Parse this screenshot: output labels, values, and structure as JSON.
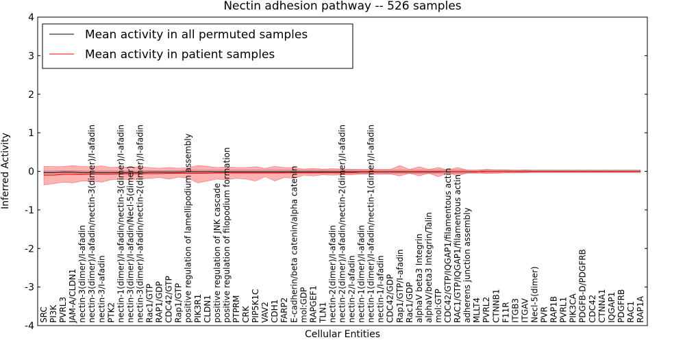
{
  "chart_data": {
    "type": "line",
    "title": "Nectin adhesion pathway -- 526 samples",
    "xlabel": "Cellular Entities",
    "ylabel": "Inferred Activity",
    "ylim": [
      -4,
      4
    ],
    "yticks": [
      -4,
      -3,
      -2,
      -1,
      0,
      1,
      2,
      3,
      4
    ],
    "grid": false,
    "legend_position": "top-left",
    "categories": [
      "SRC",
      "PI3K",
      "PVRL3",
      "JAM-A/CLDN1",
      "nectin-3(dimer)/I-afadin",
      "nectin-3(dimer)/I-afadin/nectin-3(dimer)/I-afadin",
      "nectin-3/I-afadin",
      "PTK2",
      "nectin-1(dimer)/I-afadin/nectin-3(dimer)/I-afadin",
      "nectin-3(dimer)/I-afadin/Necl-5(dimer)",
      "nectin-3(dimer)/I-afadin/nectin-2(dimer)/I-afadin",
      "Rac1/GTP",
      "RAP1/GDP",
      "CDC42/GTP",
      "Rap1/GTP",
      "positive regulation of lamellipodium assembly",
      "PIK3R1",
      "CLDN1",
      "positive regulation of JNK cascade",
      "positive regulation of filopodium formation",
      "PTPRM",
      "CRK",
      "PIP5K1C",
      "VAV2",
      "CDH1",
      "FARP2",
      "E-cadherin/beta catenin/alpha catenin",
      "mol:GDP",
      "RAPGEF1",
      "TLN1",
      "nectin-2(dimer)/I-afadin",
      "nectin-2(dimer)/I-afadin/nectin-2(dimer)/I-afadin",
      "nectin-2/I-afadin",
      "nectin-1(dimer)/I-afadin",
      "nectin-1(dimer)/I-afadin/nectin-1(dimer)/I-afadin",
      "nectin-1/I-afadin",
      "CDC42/GDP",
      "Rap1/GTP/I-afadin",
      "Rac1/GDP",
      "alphaV beta3 Integrin",
      "alphaV/beta3 Integrin/Talin",
      "mol:GTP",
      "CDC42/GTP/IQGAP1/filamentous actin",
      "RAC1/GTP/IQGAP1/filamentous actin",
      "adherens junction assembly",
      "MLLT4",
      "PVRL2",
      "CTNNB1",
      "F11R",
      "ITGB3",
      "ITGAV",
      "Necl-5(dimer)",
      "PVR",
      "RAP1B",
      "PVRL1",
      "PIK3CA",
      "PDGFB-D/PDGFRB",
      "CDC42",
      "CTNNA1",
      "IQGAP1",
      "PDGFRB",
      "RAC1",
      "RAP1A"
    ],
    "series": [
      {
        "name": "Mean activity in all permuted samples",
        "color": "#000000",
        "values": [
          -0.03,
          -0.03,
          -0.02,
          -0.02,
          -0.03,
          -0.03,
          -0.03,
          -0.03,
          -0.03,
          -0.03,
          -0.03,
          -0.02,
          -0.02,
          -0.02,
          -0.02,
          -0.01,
          -0.01,
          -0.01,
          -0.01,
          -0.01,
          -0.01,
          -0.01,
          -0.01,
          -0.01,
          -0.01,
          -0.01,
          -0.01,
          -0.01,
          -0.01,
          -0.01,
          -0.01,
          -0.01,
          -0.01,
          -0.01,
          -0.01,
          -0.01,
          -0.01,
          -0.01,
          -0.01,
          -0.01,
          -0.01,
          -0.01,
          -0.01,
          -0.01,
          -0.01,
          -0.01,
          0.0,
          0.0,
          0.0,
          0.0,
          0.0,
          0.0,
          0.0,
          0.0,
          0.0,
          0.0,
          0.0,
          0.0,
          0.0,
          0.0,
          0.0,
          0.0,
          0.0
        ],
        "band": 0.04
      },
      {
        "name": "Mean activity in patient samples",
        "color": "#ff0000",
        "values": [
          -0.1,
          -0.1,
          -0.08,
          -0.08,
          -0.08,
          -0.07,
          -0.07,
          -0.07,
          -0.06,
          -0.06,
          -0.06,
          -0.06,
          -0.06,
          -0.05,
          -0.05,
          -0.05,
          -0.05,
          -0.05,
          -0.04,
          -0.04,
          -0.04,
          -0.04,
          -0.04,
          -0.04,
          -0.04,
          -0.03,
          -0.03,
          -0.03,
          -0.03,
          -0.03,
          -0.03,
          -0.03,
          -0.03,
          -0.02,
          -0.02,
          -0.02,
          -0.02,
          -0.02,
          -0.02,
          -0.02,
          -0.02,
          -0.02,
          -0.01,
          -0.01,
          -0.01,
          -0.01,
          0.0,
          0.0,
          0.0,
          0.0,
          0.0,
          0.0,
          0.0,
          0.0,
          0.0,
          0.0,
          0.0,
          0.0,
          0.0,
          0.0,
          0.0,
          0.0,
          0.0
        ],
        "band_upper": [
          0.13,
          0.12,
          0.12,
          0.15,
          0.12,
          0.12,
          0.14,
          0.1,
          0.12,
          0.1,
          0.12,
          0.1,
          0.08,
          0.1,
          0.08,
          0.1,
          0.15,
          0.13,
          0.1,
          0.12,
          0.1,
          0.1,
          0.12,
          0.08,
          0.13,
          0.1,
          0.1,
          0.06,
          0.08,
          0.06,
          0.07,
          0.06,
          0.06,
          0.05,
          0.05,
          0.05,
          0.05,
          0.15,
          0.05,
          0.12,
          0.05,
          0.1,
          0.03,
          0.1,
          0.03,
          0.03,
          0.05,
          0.04,
          0.03,
          0.02,
          0.03,
          0.02,
          0.02,
          0.02,
          0.02,
          0.02,
          0.02,
          0.02,
          0.02,
          0.02,
          0.02,
          0.02,
          0.02
        ],
        "band_lower": [
          -0.35,
          -0.32,
          -0.28,
          -0.3,
          -0.25,
          -0.25,
          -0.28,
          -0.22,
          -0.2,
          -0.22,
          -0.2,
          -0.18,
          -0.16,
          -0.2,
          -0.15,
          -0.18,
          -0.3,
          -0.25,
          -0.2,
          -0.22,
          -0.18,
          -0.2,
          -0.25,
          -0.14,
          -0.25,
          -0.16,
          -0.18,
          -0.1,
          -0.12,
          -0.09,
          -0.1,
          -0.09,
          -0.09,
          -0.07,
          -0.08,
          -0.08,
          -0.07,
          -0.12,
          -0.05,
          -0.12,
          -0.05,
          -0.14,
          -0.04,
          -0.12,
          -0.04,
          -0.04,
          -0.06,
          -0.05,
          -0.04,
          -0.03,
          -0.03,
          -0.02,
          -0.02,
          -0.02,
          -0.02,
          -0.02,
          -0.02,
          -0.02,
          -0.02,
          -0.02,
          -0.02,
          -0.02,
          -0.02
        ]
      }
    ]
  }
}
